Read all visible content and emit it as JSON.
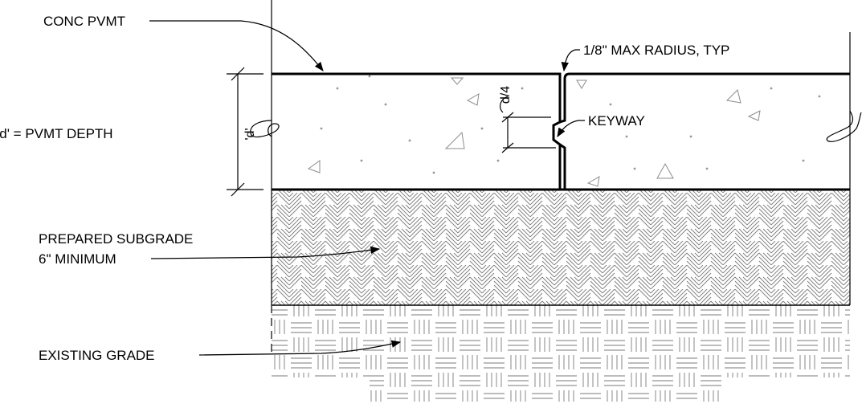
{
  "labels": {
    "conc_pvmt": "CONC PVMT",
    "radius_note": "1/8\" MAX RADIUS, TYP",
    "depth_note": "'d' = PVMT DEPTH",
    "keyway": "KEYWAY",
    "subgrade_line1": "PREPARED SUBGRADE",
    "subgrade_line2": "6\" MINIMUM",
    "existing_grade": "EXISTING GRADE",
    "dim_d": "'d'",
    "dim_d4": "d/4"
  },
  "colors": {
    "linework": "#000000",
    "hatch": "#7a7a7a",
    "aggregate": "#8c8c8c",
    "background": "#ffffff"
  }
}
